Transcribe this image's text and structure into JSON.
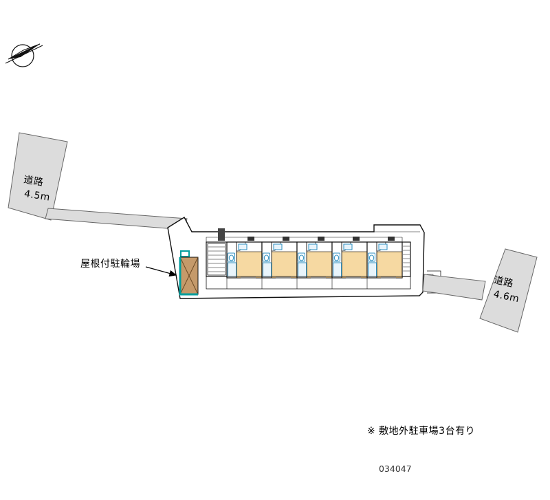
{
  "labels": {
    "road_left_name": "道路",
    "road_left_width": "4.5m",
    "road_right_name": "道路",
    "road_right_width": "4.6m",
    "bicycle_parking": "屋根付駐輪場"
  },
  "notes": {
    "offsite_parking": "※ 敷地外駐車場3台有り"
  },
  "drawing": {
    "number": "034047"
  },
  "building": {
    "unit_count": 5
  },
  "colors": {
    "road_fill": "#dcdcdc",
    "road_stroke": "#666666",
    "outline": "#111111",
    "room_fill": "#f6d9a2",
    "fixture_stroke": "#2e8fc0",
    "fixture_fill": "#e8f4fb",
    "parking_fill": "#c59a6a",
    "parking_accent": "#009e9e"
  }
}
